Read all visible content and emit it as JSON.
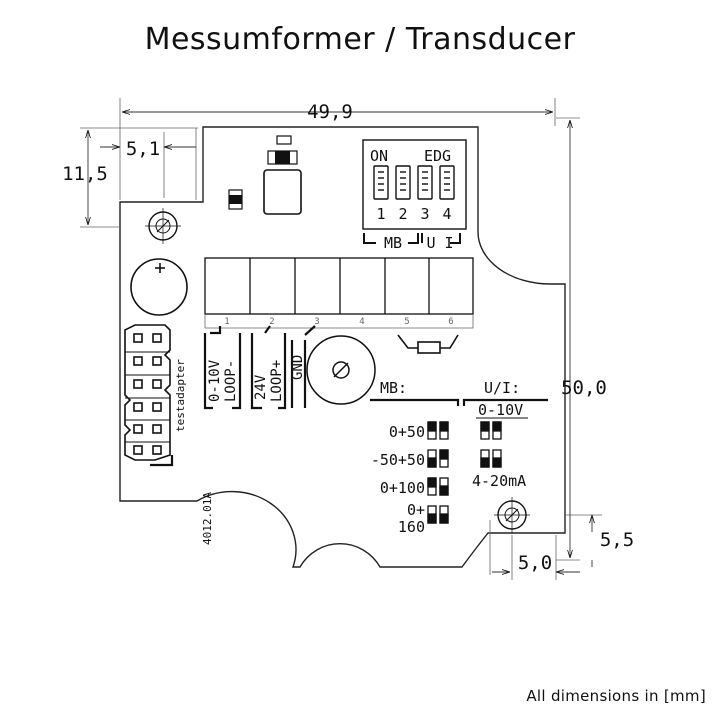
{
  "title": "Messumformer / Transducer",
  "footnote": "All dimensions in [mm]",
  "dimensions": {
    "total_width": "49,9",
    "hole_offset_x": "5,1",
    "hole_offset_y": "11,5",
    "total_height": "50,0",
    "bottom_hole_offset_y": "5,5",
    "bottom_hole_offset_x": "5,0"
  },
  "dip_switch": {
    "on_label": "ON",
    "edg_label": "EDG",
    "numbers": [
      "1",
      "2",
      "3",
      "4"
    ],
    "group_mb": "MB",
    "group_ui": "U I"
  },
  "terminal_block": {
    "pin_numbers": [
      "1",
      "2",
      "3",
      "4",
      "5",
      "6"
    ]
  },
  "terminal_labels": {
    "voltage_top": "0-10V",
    "voltage_bottom": "LOOP-",
    "supply_top": "24V",
    "supply_bottom": "LOOP+",
    "ground": "GND"
  },
  "side_labels": {
    "header": "testadapter",
    "board_id": "4012.01A"
  },
  "mb_table": {
    "heading": "MB:",
    "ranges": [
      "0+50",
      "-50+50",
      "0+100",
      "0+",
      "160"
    ]
  },
  "ui_table": {
    "heading": "U/I:",
    "voltage": "0-10V",
    "current": "4-20mA"
  }
}
